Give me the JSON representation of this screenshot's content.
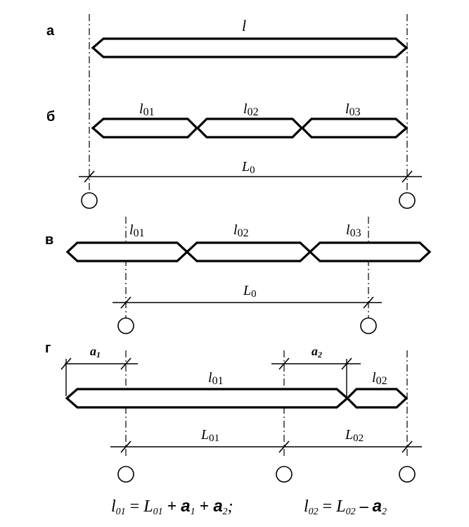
{
  "panels": {
    "a": {
      "label": "а",
      "element": "l"
    },
    "b": {
      "label": "б",
      "segments": [
        "l01",
        "l02",
        "l03"
      ],
      "span": "L0"
    },
    "v": {
      "label": "в",
      "segments": [
        "l01",
        "l02",
        "l03"
      ],
      "span": "L0"
    },
    "g": {
      "label": "г",
      "segments": [
        "l01",
        "l02"
      ],
      "offsets": [
        "a1",
        "a2"
      ],
      "spans": [
        "L01",
        "L02"
      ]
    }
  },
  "formulas": {
    "f1": {
      "lhs": "l01",
      "rhs": [
        "L01",
        "a1",
        "a2"
      ]
    },
    "f2": {
      "lhs": "l02",
      "rhs": [
        "L02",
        "a2"
      ]
    }
  }
}
